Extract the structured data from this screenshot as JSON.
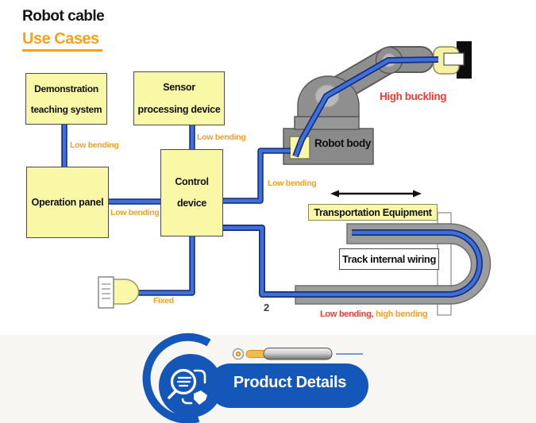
{
  "header": {
    "title": "Robot cable",
    "subtitle": "Use Cases"
  },
  "diagram": {
    "boxes": {
      "demonstration": {
        "line1": "Demonstration",
        "line2": "teaching system"
      },
      "sensor": {
        "line1": "Sensor",
        "line2": "processing device"
      },
      "operation": {
        "label": "Operation panel"
      },
      "control": {
        "line1": "Control",
        "line2": "device"
      },
      "transportation": {
        "label": "Transportation Equipment"
      },
      "track": {
        "label": "Track internal wiring"
      },
      "robot_body": {
        "label": "Robot body"
      }
    },
    "cable_labels": {
      "demo_to_operation": "Low bending",
      "sensor_to_control": "Low bending",
      "operation_to_control": "Low bending",
      "control_to_robot": "Low bending",
      "fixed": "Fixed",
      "high_buckling": "High buckling",
      "track_red": "Low bending,",
      "track_orange": " high bending",
      "figure_number": "2"
    },
    "colors": {
      "cable_blue": "#3f6fd8",
      "cable_outline": "#16307e",
      "box_yellow": "#f8f8a6",
      "label_orange": "#f5a01e",
      "label_red": "#f23b36",
      "robot_gray": "#8f8f8f",
      "button_blue": "#1557b8"
    }
  },
  "footer": {
    "button_label": "Product Details"
  }
}
